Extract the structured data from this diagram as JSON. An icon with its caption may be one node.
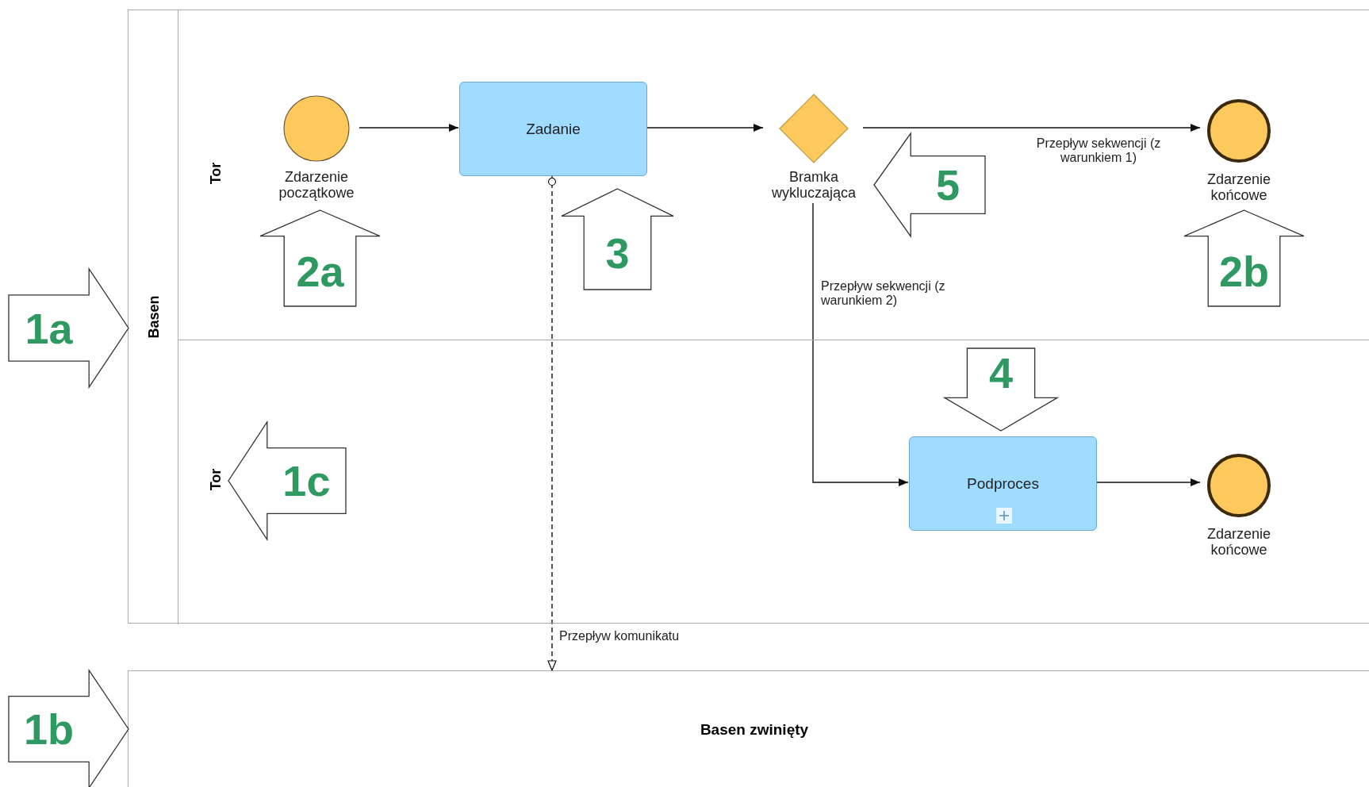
{
  "diagram": {
    "nodes": [
      {
        "text": [
          "Basen"
        ]
      },
      {
        "text": [
          "Tor"
        ],
        "in": 0
      },
      {
        "text": [
          "Tor"
        ],
        "in": 0
      },
      {
        "text": [],
        "shape": "circle",
        "beside": [
          "Zdarzenie początkowe"
        ],
        "in": 1
      },
      {
        "text": [
          "Zadanie"
        ],
        "in": 1
      },
      {
        "text": [],
        "shape": "diamond",
        "beside": [
          "Bramka wykluczająca"
        ],
        "in": 1
      },
      {
        "text": [],
        "shape": "circle",
        "beside": [
          "Zdarzenie końcowe"
        ],
        "in": 1
      },
      {
        "text": [
          "Podproces"
        ],
        "in": 2
      },
      {
        "text": [],
        "shape": "circle",
        "beside": [
          "Zdarzenie końcowe"
        ],
        "in": 2
      },
      {
        "text": [
          "Basen zwinięty"
        ]
      },
      {
        "text": [
          "1a"
        ]
      },
      {
        "text": [
          "1b"
        ]
      },
      {
        "text": [
          "1c"
        ],
        "in": 2
      },
      {
        "text": [
          "2a"
        ],
        "in": 1
      },
      {
        "text": [
          "3"
        ],
        "in": 1
      },
      {
        "text": [
          "5"
        ],
        "in": 1
      },
      {
        "text": [
          "2b"
        ],
        "in": 1
      },
      {
        "text": [
          "4"
        ],
        "in": 2
      }
    ],
    "edges": [
      {
        "from": 3,
        "to": 4,
        "arrow": "to"
      },
      {
        "from": 4,
        "to": 5,
        "arrow": "to"
      },
      {
        "from": 5,
        "to": 6,
        "arrow": "to",
        "label": "Przepływ sekwencji (z warunkiem 1)"
      },
      {
        "from": 5,
        "to": 7,
        "arrow": "to",
        "label": "Przepływ sekwencji (z warunkiem 2)"
      },
      {
        "from": 7,
        "to": 8,
        "arrow": "to"
      },
      {
        "from": 4,
        "to": 9,
        "arrow": "to",
        "style": "dashed",
        "label": "Przepływ komunikatu"
      }
    ]
  }
}
